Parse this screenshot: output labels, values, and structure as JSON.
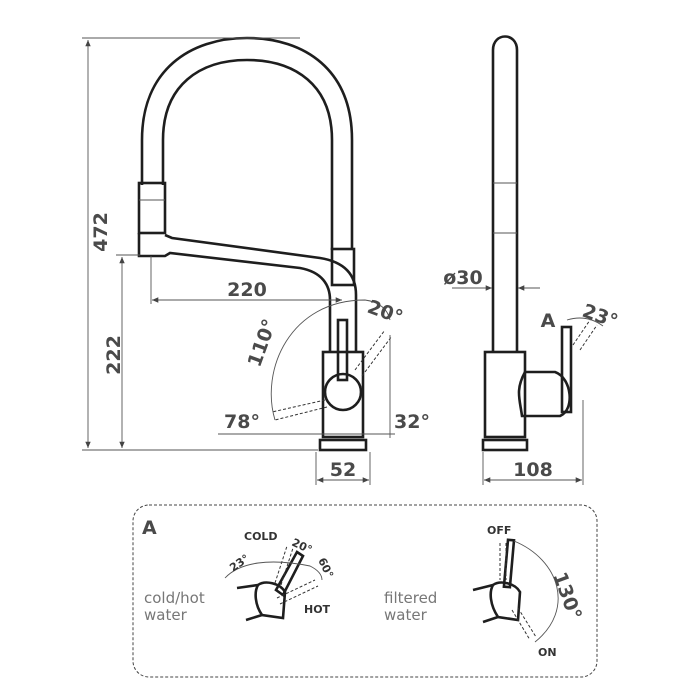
{
  "front_view": {
    "total_height": "472",
    "spout_height": "222",
    "spout_reach": "220",
    "base_width": "52",
    "lever_angle_up": "110°",
    "lever_angle_fwd": "20°",
    "lever_angle_low": "78°",
    "lever_angle_right": "32°"
  },
  "side_view": {
    "pipe_diameter": "ø30",
    "depth": "108",
    "detail_marker": "A",
    "lever_angle": "23°"
  },
  "detail_a": {
    "title": "A",
    "mixer": {
      "label_line1": "cold/hot",
      "label_line2": "water",
      "cold": "COLD",
      "hot": "HOT",
      "angle_back": "23°",
      "angle_cold": "20°",
      "angle_hot": "60°"
    },
    "filter": {
      "label_line1": "filtered",
      "label_line2": "water",
      "off": "OFF",
      "on": "ON",
      "angle": "130°"
    }
  }
}
